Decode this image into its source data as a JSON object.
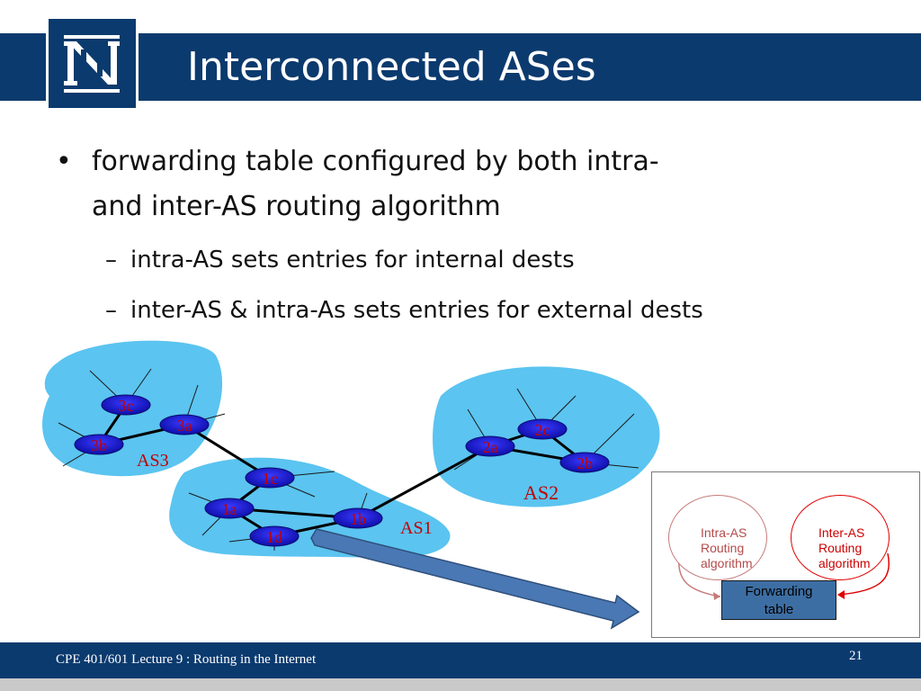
{
  "slide": {
    "title": "Interconnected ASes",
    "bullets": [
      {
        "text": "forwarding table  configured by both intra-\nand inter-AS routing algorithm",
        "level": 1
      },
      {
        "text": "intra-AS sets entries for internal dests",
        "level": 2
      },
      {
        "text": "inter-AS & intra-As sets entries for external dests",
        "level": 2
      }
    ],
    "bullet_glyph": "•",
    "dash_glyph": "–"
  },
  "logo": {
    "icon": "university-n-logo-icon"
  },
  "network": {
    "as_labels": [
      "AS3",
      "AS1",
      "AS2"
    ],
    "routers": {
      "r3c": "3c",
      "r3a": "3a",
      "r3b": "3b",
      "r1c": "1c",
      "r1a": "1a",
      "r1b": "1b",
      "r1d": "1d",
      "r2a": "2a",
      "r2c": "2c",
      "r2b": "2b"
    }
  },
  "inset": {
    "intra_lines": [
      "Intra-AS",
      "Routing",
      "algorithm"
    ],
    "inter_lines": [
      "Inter-AS",
      "Routing",
      "algorithm"
    ],
    "table_lines": [
      "Forwarding",
      "table"
    ]
  },
  "footer": {
    "text": "CPE 401/601 Lecture 9 : Routing in the Internet",
    "page": "21"
  },
  "colors": {
    "navy": "#0b3a6e",
    "cloud": "#5bc4f0",
    "router": "#1515c8",
    "router_label": "#c00000",
    "as_label": "#c00000",
    "arrow": "#4a78b4"
  }
}
